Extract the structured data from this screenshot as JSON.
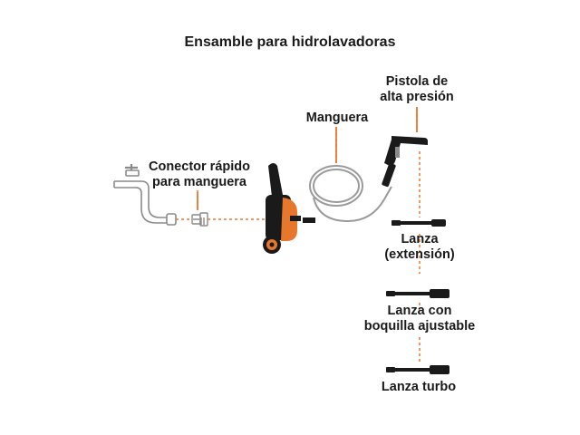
{
  "title": "Ensamble para hidrolavadoras",
  "labels": {
    "connector_line1": "Conector rápido",
    "connector_line2": "para manguera",
    "hose": "Manguera",
    "gun_line1": "Pistola de",
    "gun_line2": "alta presión",
    "lance_ext_line1": "Lanza",
    "lance_ext_line2": "(extensión)",
    "lance_adj_line1": "Lanza con",
    "lance_adj_line2": "boquilla ajustable",
    "lance_turbo": "Lanza turbo"
  },
  "colors": {
    "accent": "#e8772e",
    "dark": "#1a1a1a",
    "pipe": "#9a9a9a",
    "dash": "#e8772e"
  },
  "icons": [
    "faucet-icon",
    "quick-connector-icon",
    "pressure-washer-icon",
    "hose-icon",
    "spray-gun-icon",
    "lance-icon"
  ]
}
